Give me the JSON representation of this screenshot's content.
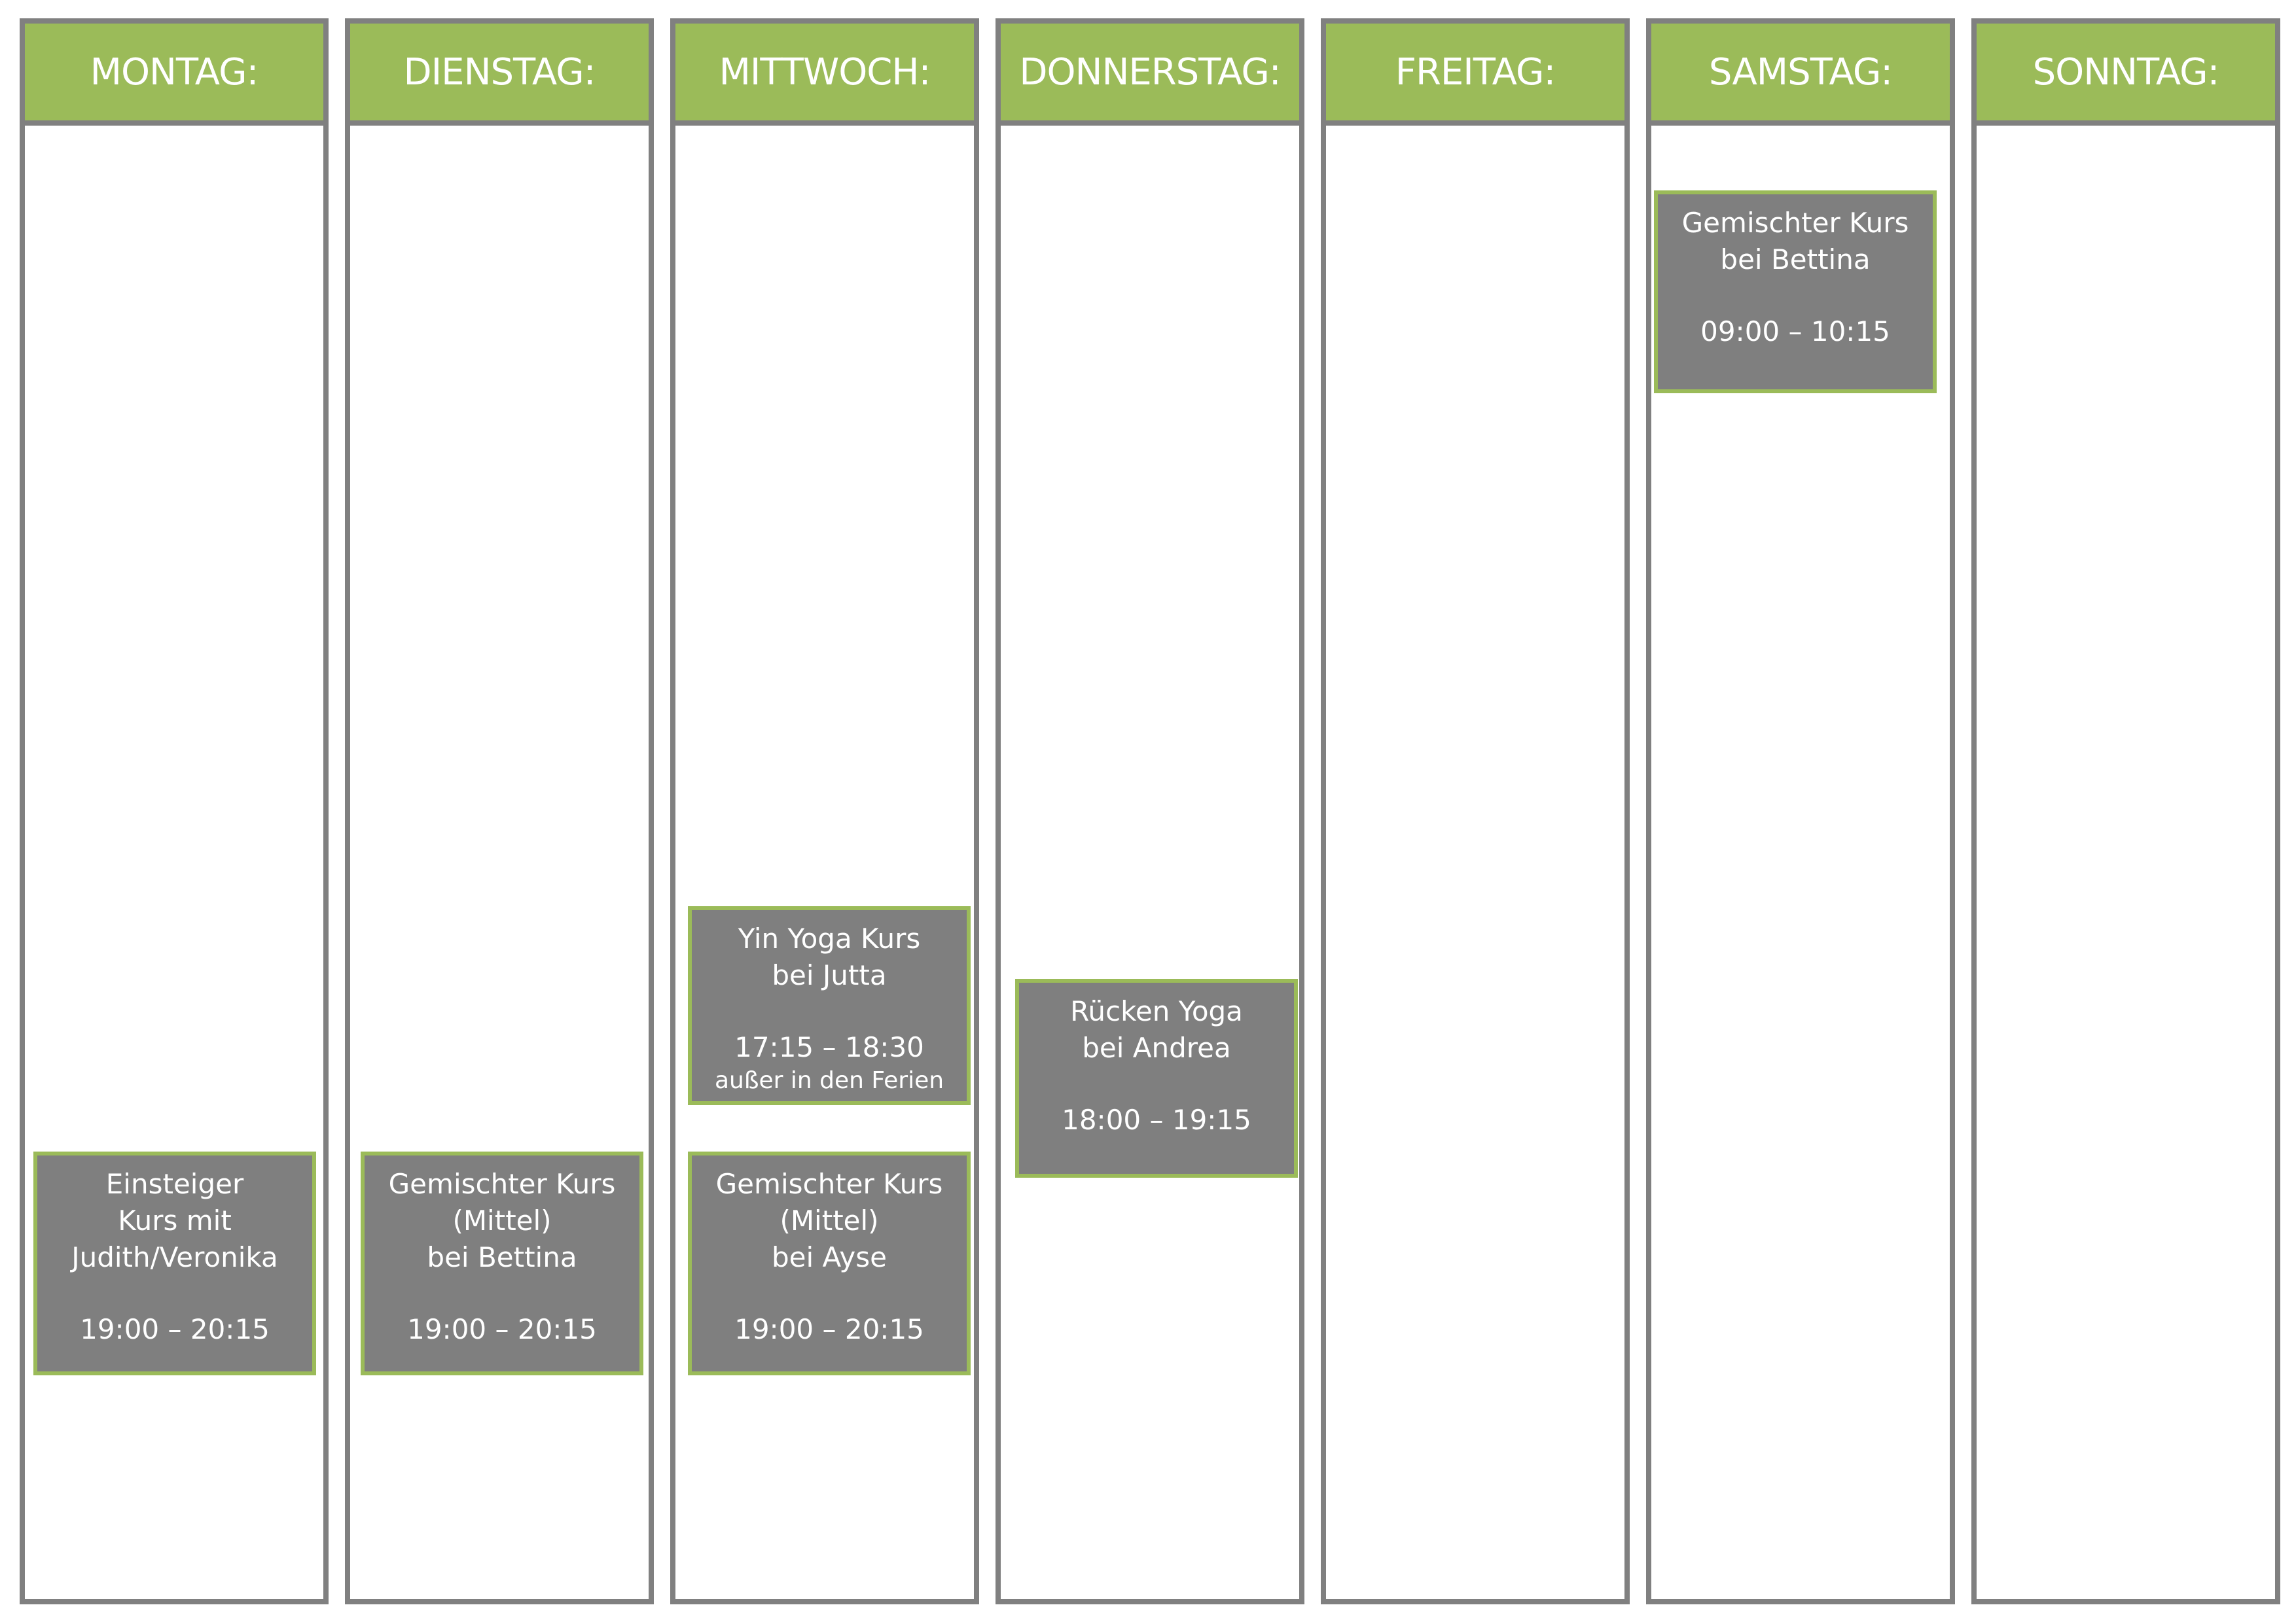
{
  "days": [
    {
      "name": "MONTAG:"
    },
    {
      "name": "DIENSTAG:"
    },
    {
      "name": "MITTWOCH:"
    },
    {
      "name": "DONNERSTAG:"
    },
    {
      "name": "FREITAG:"
    },
    {
      "name": "SAMSTAG:"
    },
    {
      "name": "SONNTAG:"
    }
  ],
  "courses": {
    "montag_einsteiger": {
      "lines": [
        "Einsteiger",
        "Kurs mit",
        "Judith/Veronika"
      ],
      "time": "19:00 – 20:15"
    },
    "dienstag_gemischt": {
      "lines": [
        "Gemischter Kurs",
        "(Mittel)",
        "bei Bettina"
      ],
      "time": "19:00 – 20:15"
    },
    "mittwoch_yin": {
      "lines": [
        "Yin Yoga Kurs",
        "bei Jutta"
      ],
      "time": "17:15 – 18:30",
      "note": "außer in den Ferien"
    },
    "mittwoch_gemischt": {
      "lines": [
        "Gemischter Kurs",
        "(Mittel)",
        "bei Ayse"
      ],
      "time": "19:00 – 20:15"
    },
    "donnerstag_ruecken": {
      "lines": [
        "Rücken Yoga",
        "bei Andrea"
      ],
      "time": "18:00 – 19:15"
    },
    "samstag_gemischt": {
      "lines": [
        "Gemischter Kurs",
        "bei Bettina"
      ],
      "time": "09:00 – 10:15"
    }
  },
  "colors": {
    "header_green": "#9bbb59",
    "border_gray": "#808080",
    "course_gray": "#7f7f7f",
    "text_white": "#ffffff"
  }
}
